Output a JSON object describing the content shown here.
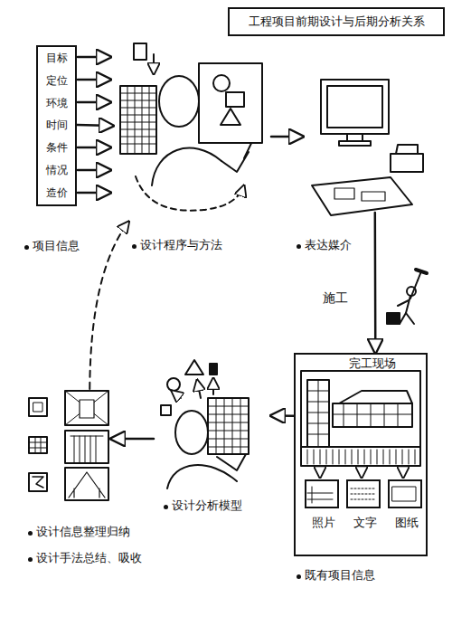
{
  "diagram": {
    "title": "工程项目前期设计与后期分析关系",
    "nodes": [
      {
        "text": [
          "目标",
          "定位",
          "环境",
          "时间",
          "条件",
          "情况",
          "造价",
          "项目信息"
        ]
      },
      {
        "text": [
          "设计程序与方法"
        ]
      },
      {
        "text": [
          "表达媒介"
        ]
      },
      {
        "text": [
          "完工现场",
          "既有项目信息"
        ]
      },
      {
        "text": [
          "照片"
        ],
        "in": 3
      },
      {
        "text": [
          "文字"
        ],
        "in": 3
      },
      {
        "text": [
          "图纸"
        ],
        "in": 3
      },
      {
        "text": [
          "设计分析模型"
        ]
      },
      {
        "text": [
          "设计信息整理归纳",
          "设计手法总结、吸收"
        ]
      }
    ],
    "edges": [
      {
        "from": 0,
        "to": 1,
        "arrow": "to"
      },
      {
        "from": 1,
        "to": 2,
        "arrow": "to"
      },
      {
        "from": 2,
        "to": 3,
        "label": "施工",
        "arrow": "to"
      },
      {
        "from": 3,
        "to": 7,
        "arrow": "to"
      },
      {
        "from": 7,
        "to": 8,
        "arrow": "to"
      },
      {
        "from": 8,
        "to": 1,
        "arrow": "to"
      }
    ]
  }
}
